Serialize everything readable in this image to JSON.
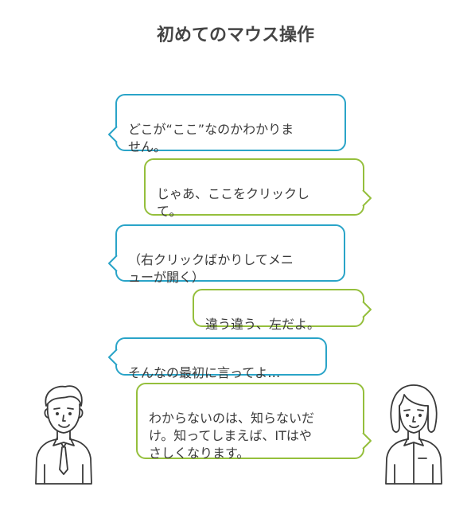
{
  "title": "初めてのマウス操作",
  "colors": {
    "left_speaker": "#2aa4c8",
    "right_speaker": "#95bf3c",
    "line": "#3a3a3a"
  },
  "messages": [
    {
      "speaker": "left",
      "text": "どこが“ここ”なのかわかりま\nせん。"
    },
    {
      "speaker": "right",
      "text": "じゃあ、ここをクリックし\nて。"
    },
    {
      "speaker": "left",
      "text": "（右クリックばかりしてメニ\nューが開く）"
    },
    {
      "speaker": "right",
      "text": "違う違う、左だよ。"
    },
    {
      "speaker": "left",
      "text": "そんなの最初に言ってよ…"
    },
    {
      "speaker": "right",
      "text": "わからないのは、知らないだ\nけ。知ってしまえば、ITはや\nさしくなります。"
    }
  ],
  "characters": {
    "left": "man-icon",
    "right": "woman-icon"
  }
}
